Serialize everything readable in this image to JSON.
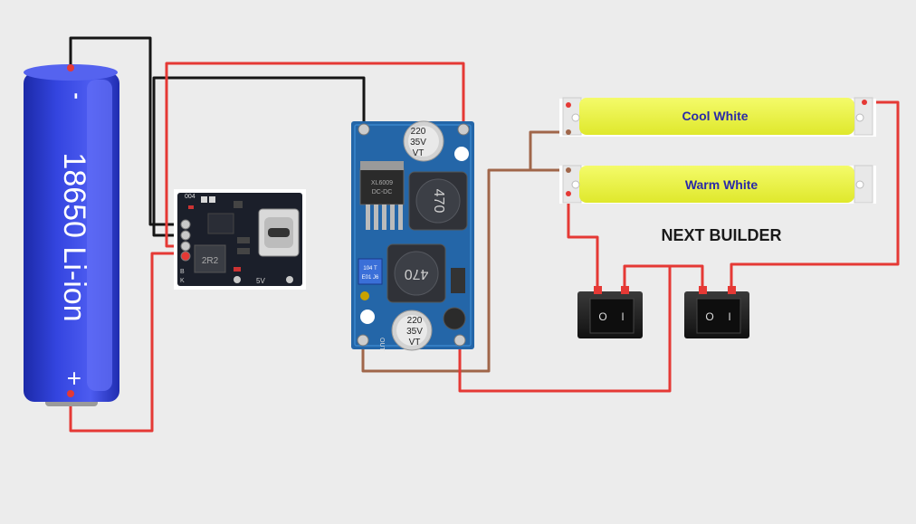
{
  "battery": {
    "label": "18650 Li-ion",
    "minus_sign": "-",
    "plus_sign": "+"
  },
  "charger_board": {
    "pad_top": "004",
    "coil_marking": "2R2",
    "label_b": "B",
    "label_k": "K",
    "label_5v": "5V"
  },
  "converter_board": {
    "cap_top": [
      "220",
      "35V",
      "VT"
    ],
    "cap_bottom": [
      "220",
      "35V",
      "VT"
    ],
    "inductor_top": "470",
    "inductor_bottom": "470",
    "ic_marking": [
      "XL6009",
      "DC-DC"
    ],
    "trim_pot": [
      "104 T",
      "E01 J6"
    ],
    "out_label": "OUT"
  },
  "leds": [
    {
      "label": "Cool White"
    },
    {
      "label": "Warm White"
    }
  ],
  "brand_text": "NEXT BUILDER",
  "switches": [
    {
      "on_mark": "I",
      "off_mark": "O"
    },
    {
      "on_mark": "I",
      "off_mark": "O"
    }
  ],
  "colors": {
    "background": "#ececec",
    "battery_blue": "#2d3fd3",
    "wire_red": "#e53935",
    "wire_black": "#151515",
    "wire_brown": "#a0664a",
    "pcb_blue": "#2466a8",
    "led_yellow": "#ecf53c",
    "label_blue": "#2a2aa8"
  }
}
